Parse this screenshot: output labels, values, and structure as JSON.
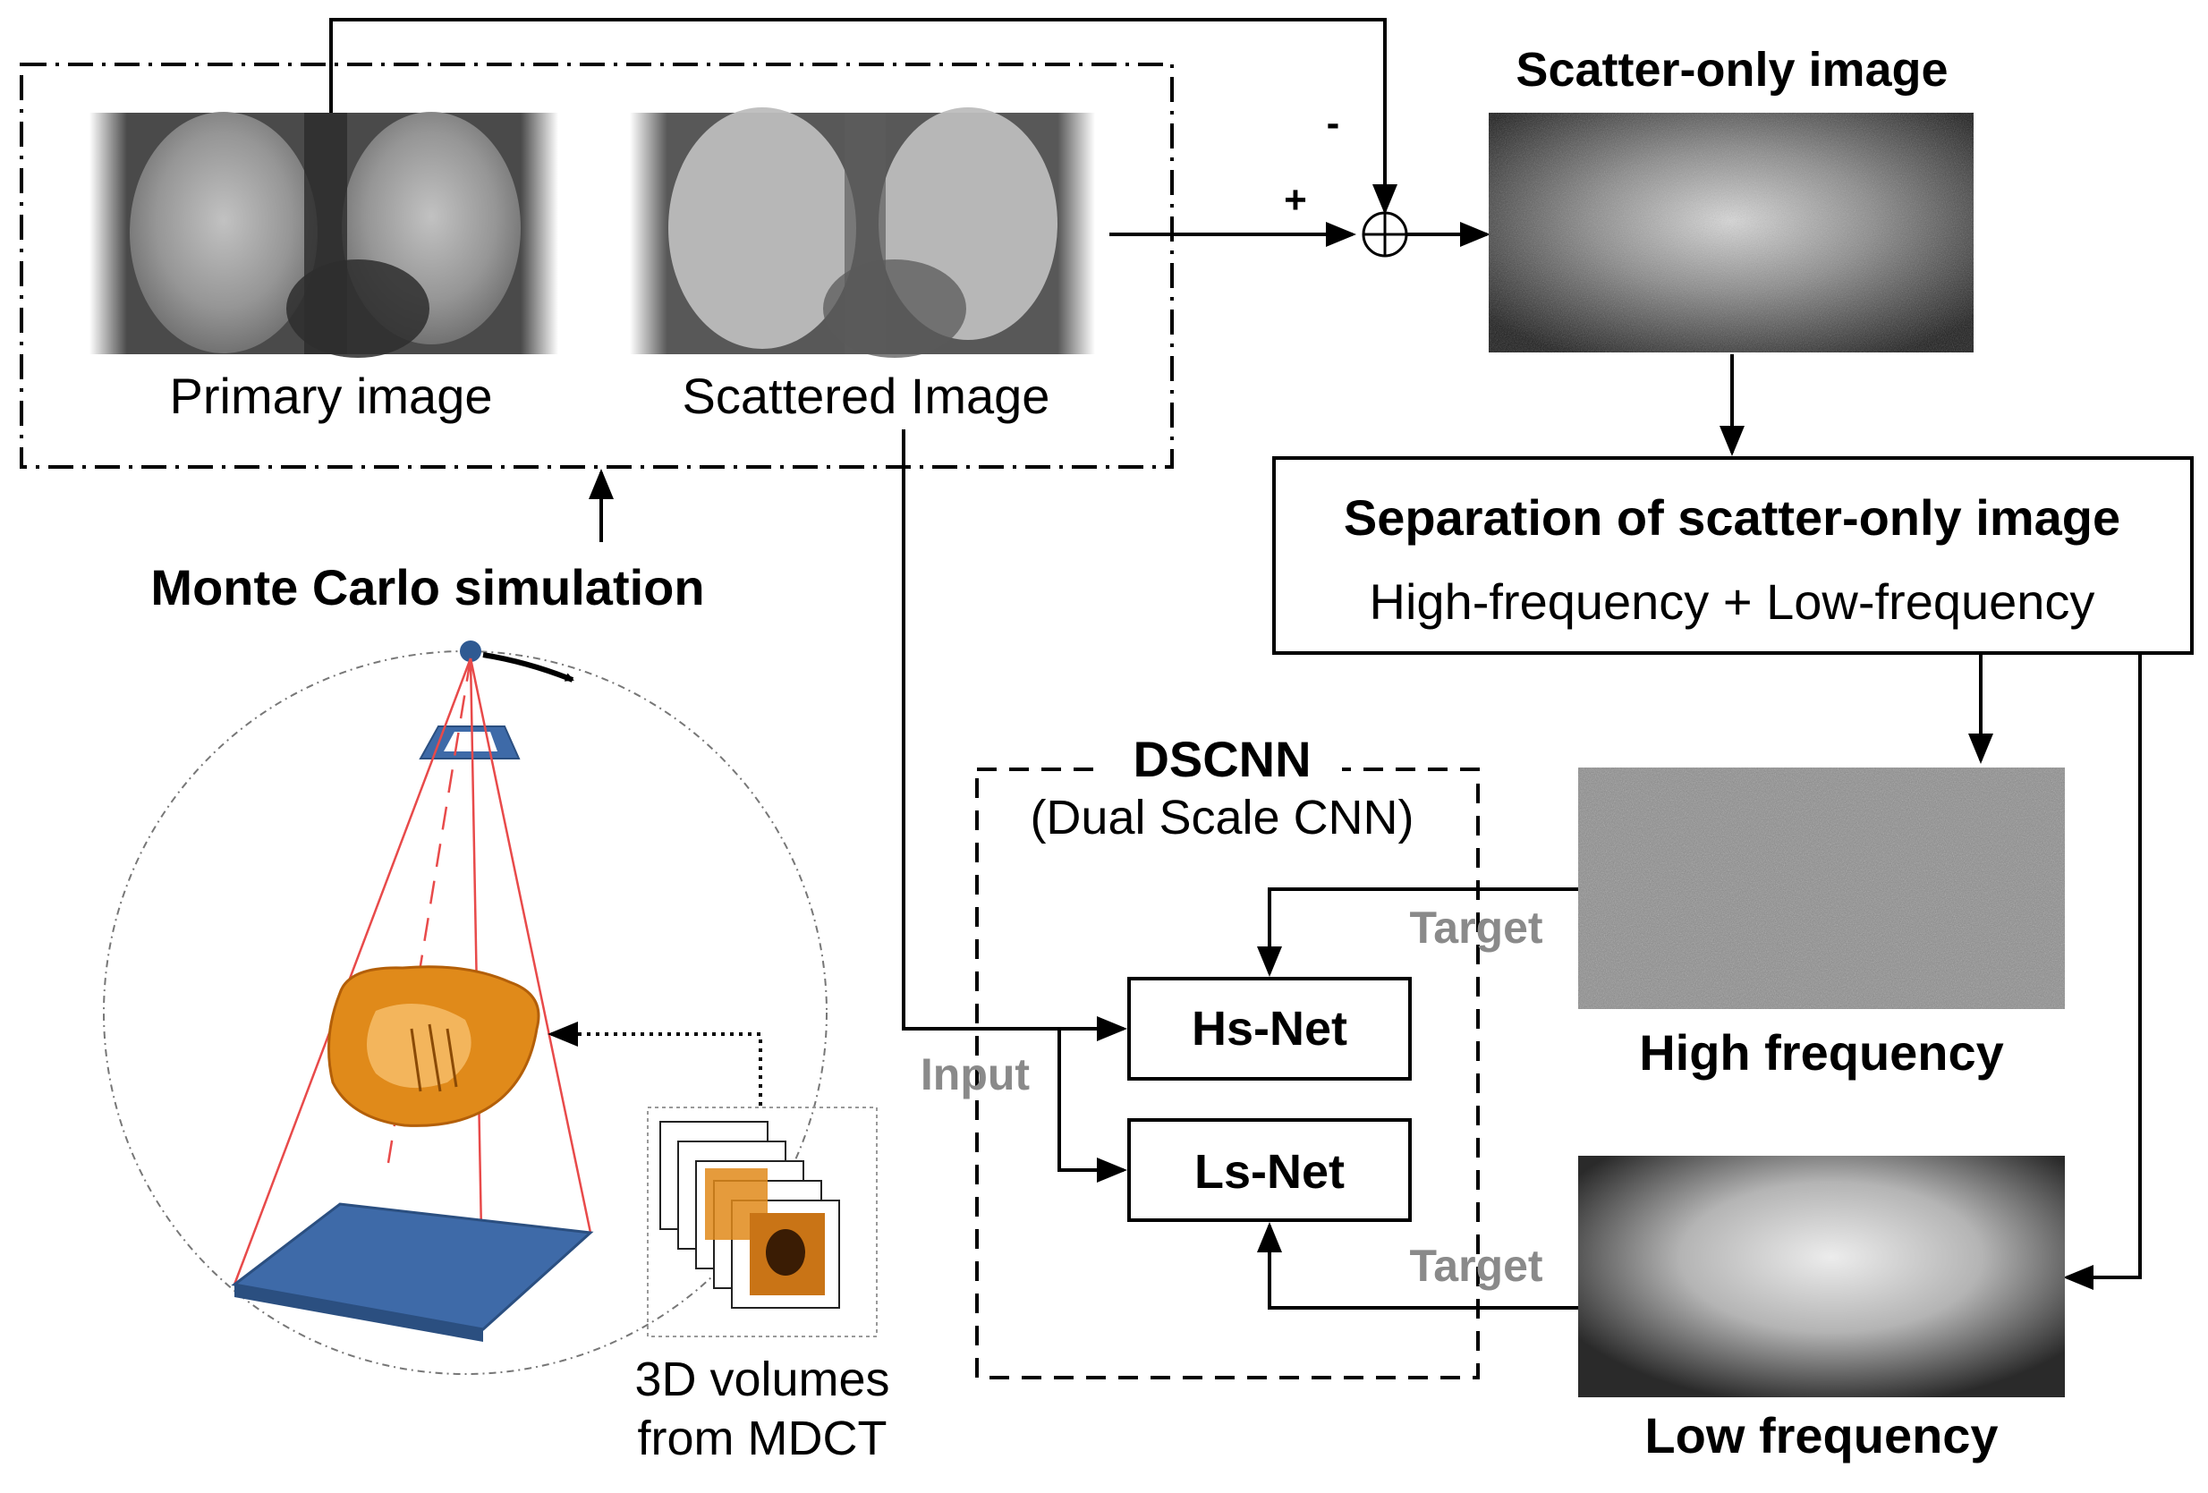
{
  "simulation": {
    "primary_label": "Primary image",
    "scattered_label": "Scattered Image",
    "monte_carlo_label": "Monte Carlo simulation",
    "volumes_line1": "3D volumes",
    "volumes_line2": "from MDCT"
  },
  "combiner": {
    "plus_sign": "+",
    "minus_sign": "-"
  },
  "scatter_only": {
    "title": "Scatter-only image"
  },
  "separation": {
    "title": "Separation of scatter-only image",
    "subtitle": "High-frequency + Low-frequency"
  },
  "dscnn": {
    "title": "DSCNN",
    "subtitle": "(Dual Scale CNN)",
    "input_label": "Input",
    "hs_net_label": "Hs-Net",
    "ls_net_label": "Ls-Net"
  },
  "outputs": {
    "high_target_label": "Target",
    "low_target_label": "Target",
    "high_freq_label": "High frequency",
    "low_freq_label": "Low frequency"
  },
  "colors": {
    "target_text": "#8a8a8a",
    "input_text": "#8a8a8a",
    "detector_blue": "#3e6aa8",
    "cone_red": "#e84a4a",
    "volume_orange": "#e08a1a"
  }
}
